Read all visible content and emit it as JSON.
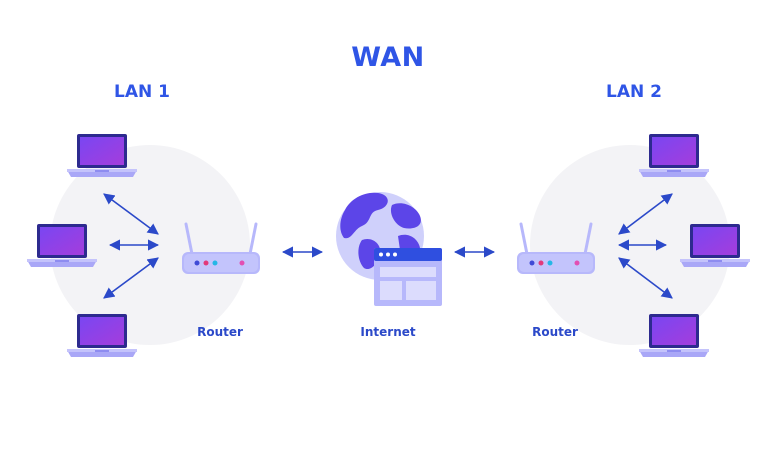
{
  "diagram": {
    "title": "WAN",
    "lan_left": "LAN 1",
    "lan_right": "LAN 2",
    "router_left_label": "Router",
    "router_right_label": "Router",
    "internet_label": "Internet"
  },
  "colors": {
    "label_blue": "#2f55e6",
    "arrow_blue": "#2b49c9",
    "laptop_screen": "#8b3fe6",
    "laptop_body": "#a9a7f7",
    "router_body": "#b7b8fb",
    "globe": "#5c45e8",
    "circle_bg": "#f3f3f6"
  },
  "icons": [
    "laptop-icon",
    "router-icon",
    "globe-icon",
    "browser-window-icon",
    "double-arrow-icon"
  ]
}
